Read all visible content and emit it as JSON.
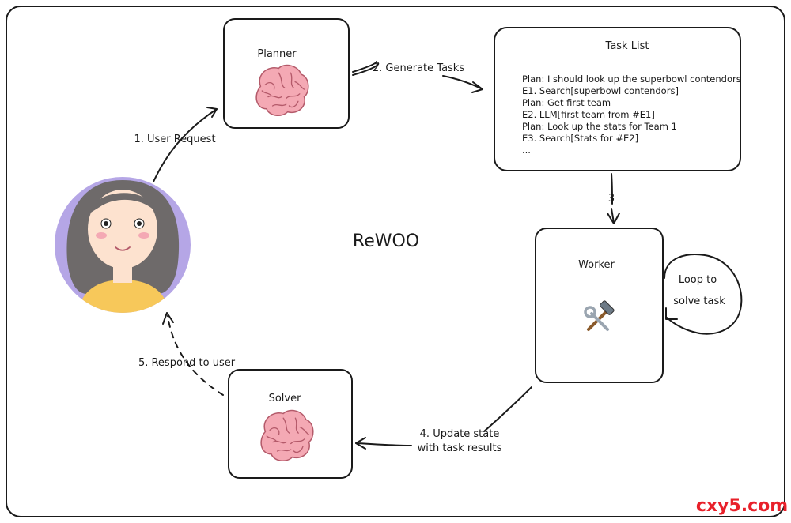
{
  "title": "ReWOO",
  "nodes": {
    "planner": {
      "label": "Planner",
      "icon": "brain-icon"
    },
    "task_list": {
      "label": "Task List",
      "lines": [
        "Plan: I should look up the superbowl contendors",
        "E1. Search[superbowl contendors]",
        "Plan: Get first team",
        "E2. LLM[first team from #E1]",
        "Plan: Look up the stats for Team 1",
        "E3. Search[Stats for #E2]",
        "..."
      ]
    },
    "worker": {
      "label": "Worker",
      "icon": "hammer-and-wrench-icon"
    },
    "solver": {
      "label": "Solver",
      "icon": "brain-icon"
    },
    "user": {
      "icon": "user-avatar"
    }
  },
  "edges": {
    "user_request": "1. User Request",
    "generate_tasks": "2. Generate Tasks",
    "step3": "3",
    "update_state_1": "4. Update state",
    "update_state_2": "with task results",
    "respond": "5. Respond to user",
    "loop_1": "Loop to",
    "loop_2": "solve task"
  },
  "watermark": "cxy5.com",
  "colors": {
    "brain": "#f4a9b4",
    "brain_stroke": "#b45a6a",
    "avatar_bg": "#b5a6e6",
    "hair": "#6e6a6a",
    "skin": "#fde2cf",
    "shirt": "#f7c85a",
    "watermark": "#e8202a"
  }
}
